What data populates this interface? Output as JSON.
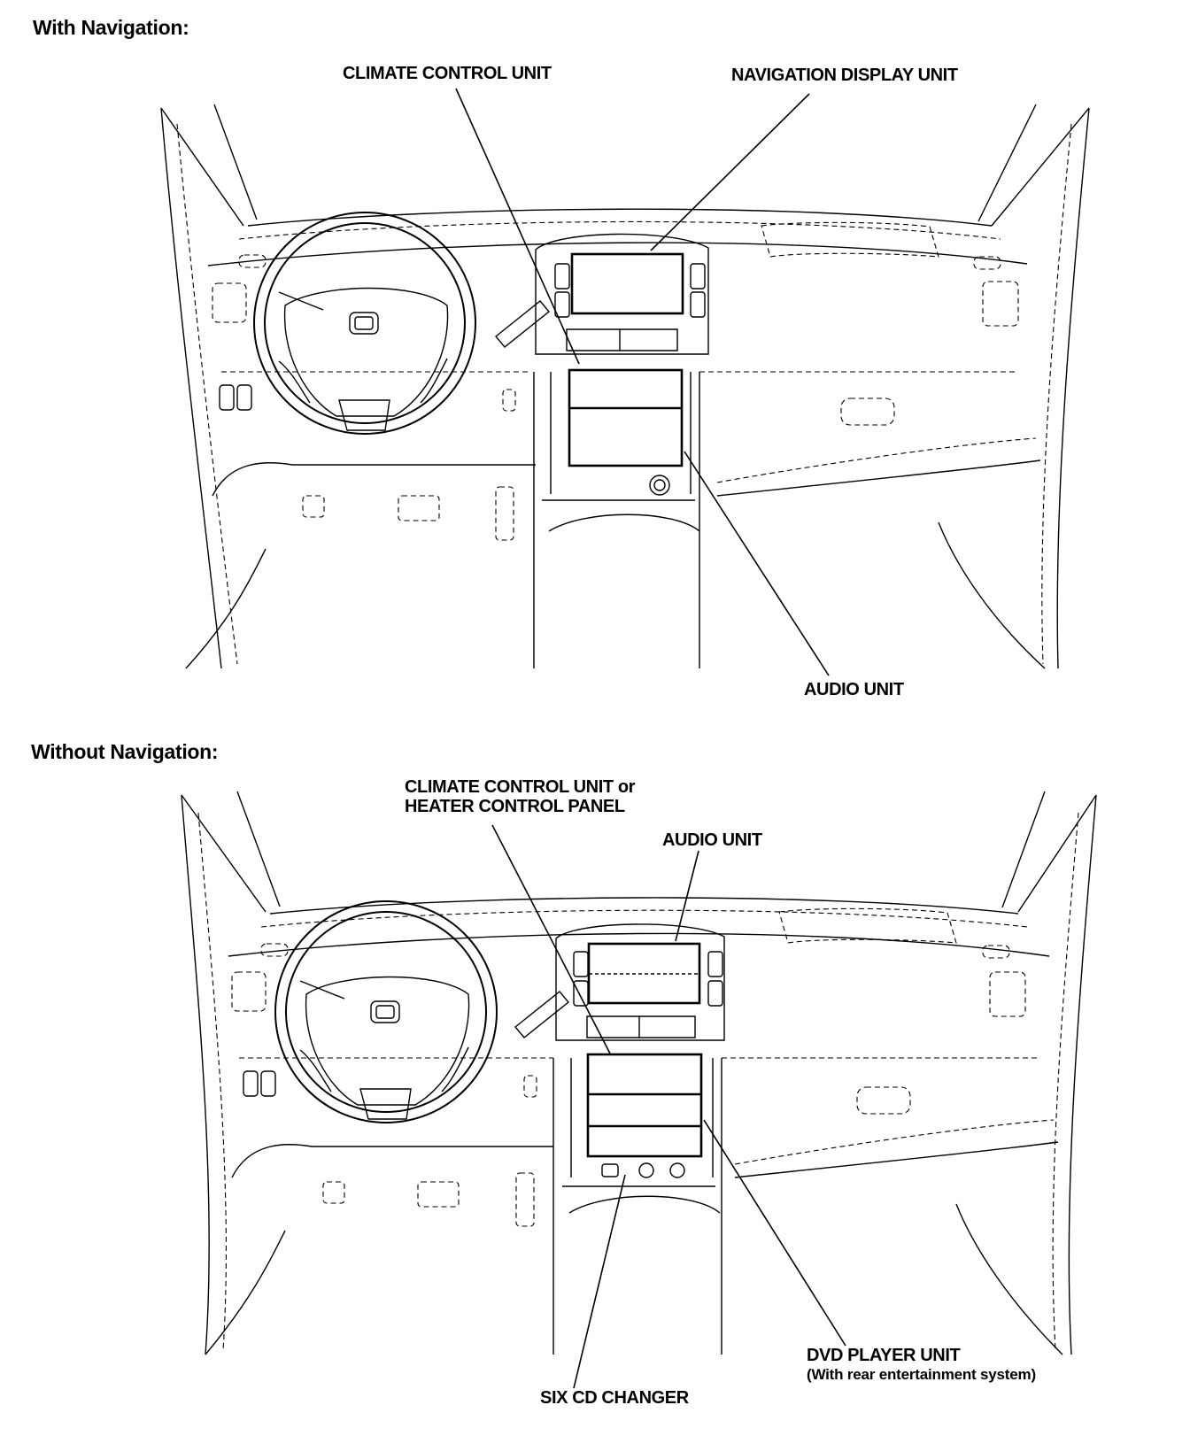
{
  "sections": [
    {
      "title": "With Navigation:",
      "callouts": {
        "climate": "CLIMATE CONTROL UNIT",
        "nav_display": "NAVIGATION DISPLAY UNIT",
        "audio": "AUDIO UNIT"
      }
    },
    {
      "title": "Without Navigation:",
      "callouts": {
        "climate_line1": "CLIMATE CONTROL UNIT or",
        "climate_line2": "HEATER CONTROL PANEL",
        "audio": "AUDIO UNIT",
        "dvd_line1": "DVD PLAYER UNIT",
        "dvd_line2": "(With rear entertainment system)",
        "cd_changer": "SIX CD CHANGER"
      }
    }
  ]
}
